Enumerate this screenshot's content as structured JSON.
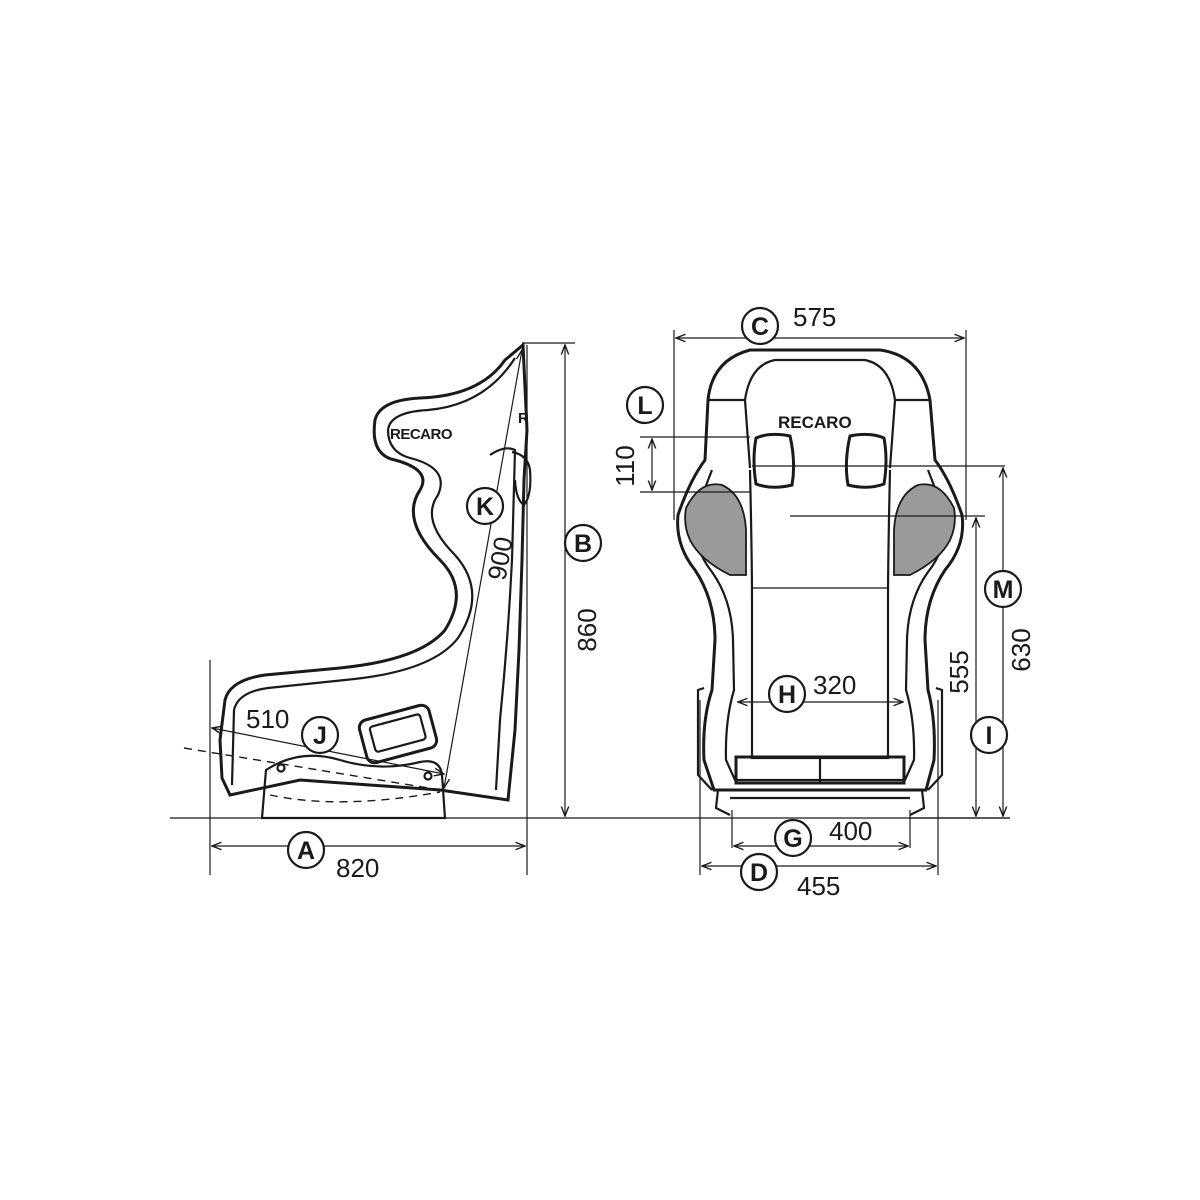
{
  "brand": {
    "logo_side": "RECARO",
    "logo_front": "RECARO"
  },
  "colors": {
    "line": "#1a1a1a",
    "shade": "#9a9a9a",
    "background": "#ffffff"
  },
  "dimensions": [
    {
      "id": "A",
      "value": "820"
    },
    {
      "id": "B",
      "value": "860"
    },
    {
      "id": "C",
      "value": "575"
    },
    {
      "id": "D",
      "value": "455"
    },
    {
      "id": "G",
      "value": "400"
    },
    {
      "id": "H",
      "value": "320"
    },
    {
      "id": "I",
      "value": "555"
    },
    {
      "id": "J",
      "value": "510"
    },
    {
      "id": "K",
      "value": "900"
    },
    {
      "id": "L",
      "value": "110"
    },
    {
      "id": "M",
      "value": "630"
    }
  ]
}
